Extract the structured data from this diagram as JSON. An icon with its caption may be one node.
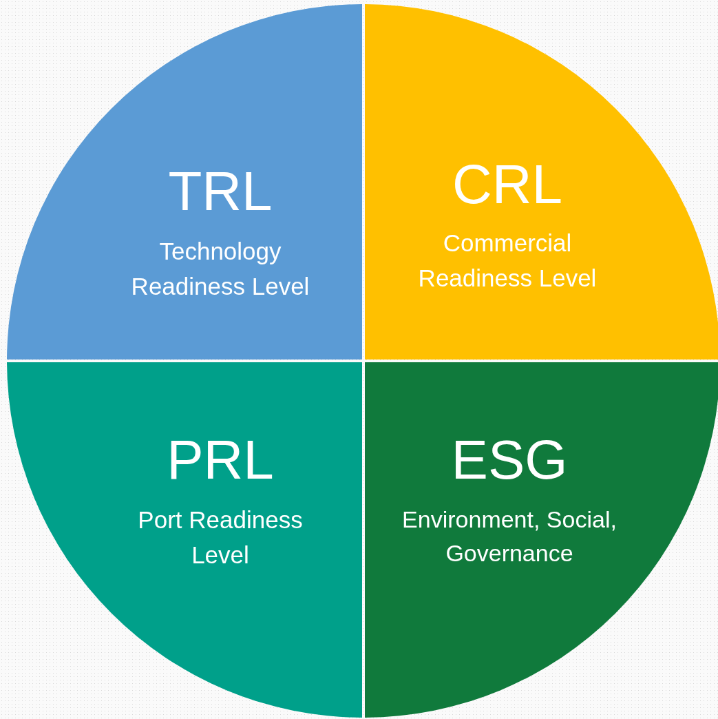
{
  "diagram": {
    "nodes": [
      {
        "text": [
          "TRL",
          "Technology Readiness Level"
        ]
      },
      {
        "text": [
          "CRL",
          "Commercial Readiness Level"
        ]
      },
      {
        "text": [
          "PRL",
          "Port Readiness Level"
        ]
      },
      {
        "text": [
          "ESG",
          "Environment, Social, Governance"
        ]
      }
    ]
  }
}
